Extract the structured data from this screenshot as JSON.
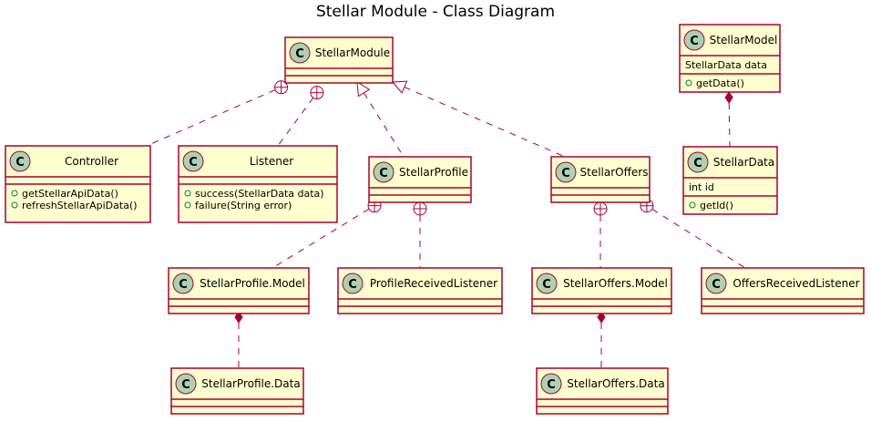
{
  "diagram": {
    "title": "Stellar Module - Class Diagram",
    "stereotype_letter": "C",
    "colors": {
      "class_fill": "#FEFECE",
      "class_border": "#A80036",
      "stereotype_circle": "#ADD1B2",
      "edge": "#A80036"
    },
    "classes": [
      {
        "name": "StellarModule",
        "fields": [],
        "methods": []
      },
      {
        "name": "StellarModel",
        "fields": [
          "StellarData data"
        ],
        "methods": [
          "getData()"
        ]
      },
      {
        "name": "Controller",
        "fields": [],
        "methods": [
          "getStellarApiData()",
          "refreshStellarApiData()"
        ]
      },
      {
        "name": "Listener",
        "fields": [],
        "methods": [
          "success(StellarData data)",
          "failure(String error)"
        ]
      },
      {
        "name": "StellarProfile",
        "fields": [],
        "methods": []
      },
      {
        "name": "StellarOffers",
        "fields": [],
        "methods": []
      },
      {
        "name": "StellarData",
        "fields": [
          "int id"
        ],
        "methods": [
          "getId()"
        ]
      },
      {
        "name": "StellarProfile.Model",
        "fields": [],
        "methods": []
      },
      {
        "name": "ProfileReceivedListener",
        "fields": [],
        "methods": []
      },
      {
        "name": "StellarOffers.Model",
        "fields": [],
        "methods": []
      },
      {
        "name": "OffersReceivedListener",
        "fields": [],
        "methods": []
      },
      {
        "name": "StellarProfile.Data",
        "fields": [],
        "methods": []
      },
      {
        "name": "StellarOffers.Data",
        "fields": [],
        "methods": []
      }
    ],
    "relations": [
      {
        "from": "StellarModule",
        "to": "Controller",
        "kind": "nested"
      },
      {
        "from": "StellarModule",
        "to": "Listener",
        "kind": "nested"
      },
      {
        "from": "StellarModule",
        "to": "StellarProfile",
        "kind": "implements"
      },
      {
        "from": "StellarModule",
        "to": "StellarOffers",
        "kind": "implements"
      },
      {
        "from": "StellarModel",
        "to": "StellarData",
        "kind": "composition"
      },
      {
        "from": "StellarProfile",
        "to": "StellarProfile.Model",
        "kind": "nested"
      },
      {
        "from": "StellarProfile",
        "to": "ProfileReceivedListener",
        "kind": "nested"
      },
      {
        "from": "StellarOffers",
        "to": "StellarOffers.Model",
        "kind": "nested"
      },
      {
        "from": "StellarOffers",
        "to": "OffersReceivedListener",
        "kind": "nested"
      },
      {
        "from": "StellarProfile.Model",
        "to": "StellarProfile.Data",
        "kind": "composition"
      },
      {
        "from": "StellarOffers.Model",
        "to": "StellarOffers.Data",
        "kind": "composition"
      }
    ]
  }
}
